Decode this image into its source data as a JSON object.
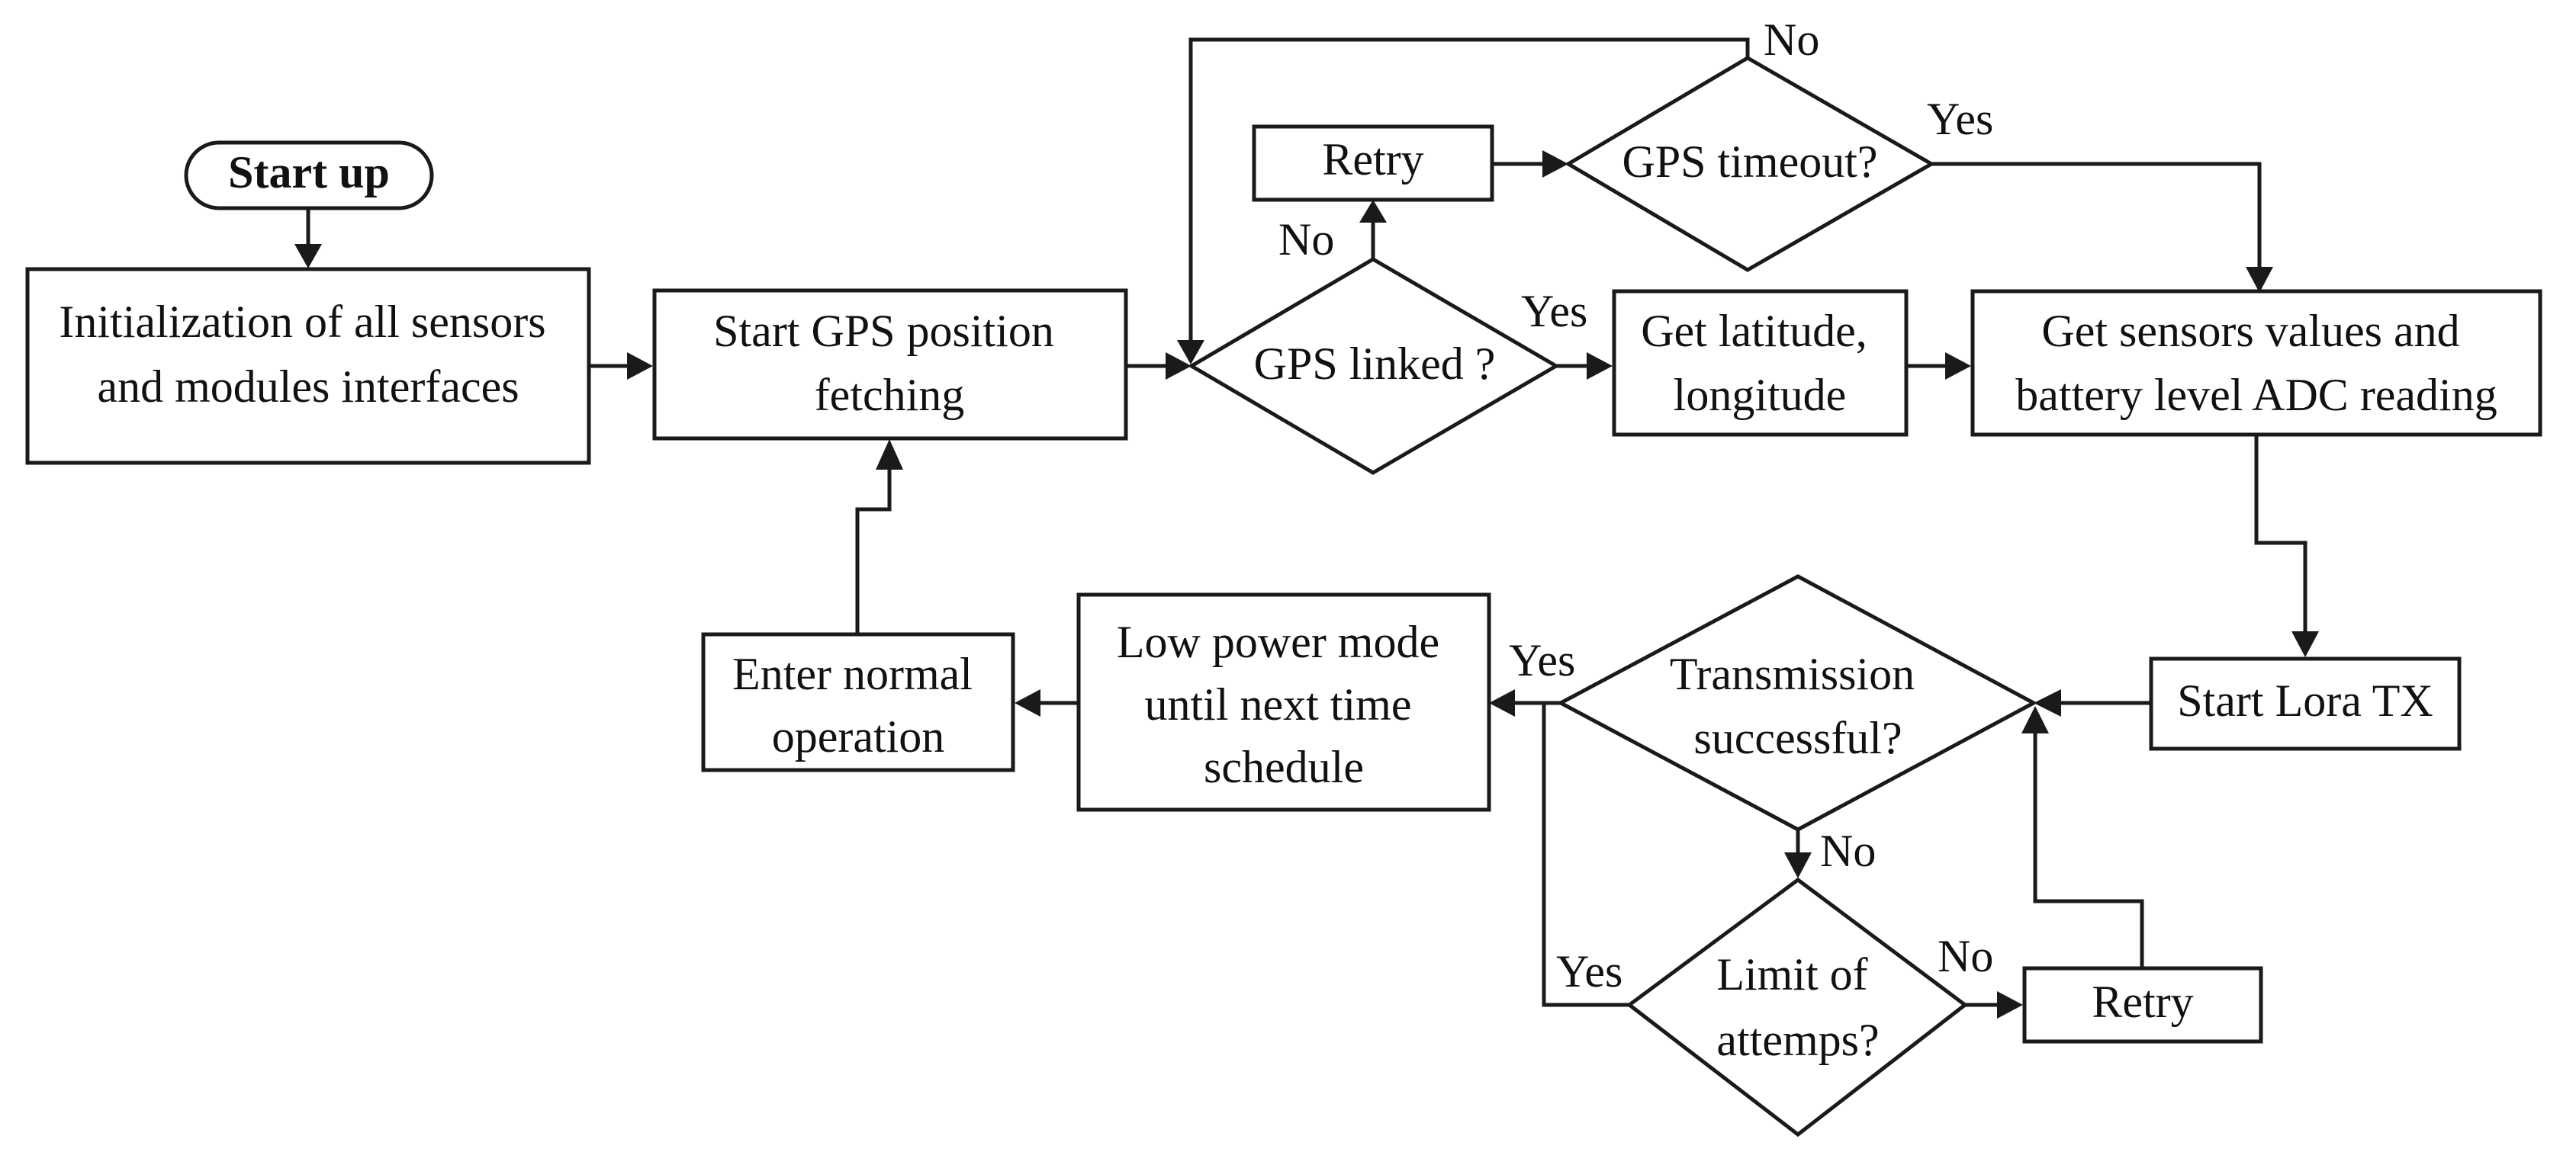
{
  "nodes": {
    "start": "Start up",
    "init": [
      "Initialization of all sensors",
      "and modules interfaces"
    ],
    "gps_fetch": [
      "Start GPS position",
      "fetching"
    ],
    "gps_linked": "GPS linked ?",
    "retry_gps": "Retry",
    "gps_timeout": "GPS timeout?",
    "get_latlon": [
      "Get latitude,",
      "longitude"
    ],
    "get_sensors": [
      "Get sensors values and",
      "battery level ADC reading"
    ],
    "lora_tx": "Start Lora TX",
    "tx_ok": [
      "Transmission",
      "successful?"
    ],
    "limit": [
      "Limit of",
      "attemps?"
    ],
    "retry_tx": "Retry",
    "low_power": [
      "Low power mode",
      "until next time",
      "schedule"
    ],
    "normal": [
      "Enter normal",
      "operation"
    ]
  },
  "edge_labels": {
    "timeout_no": "No",
    "timeout_yes": "Yes",
    "linked_no": "No",
    "linked_yes": "Yes",
    "tx_yes": "Yes",
    "tx_no": "No",
    "limit_yes": "Yes",
    "limit_no": "No"
  }
}
